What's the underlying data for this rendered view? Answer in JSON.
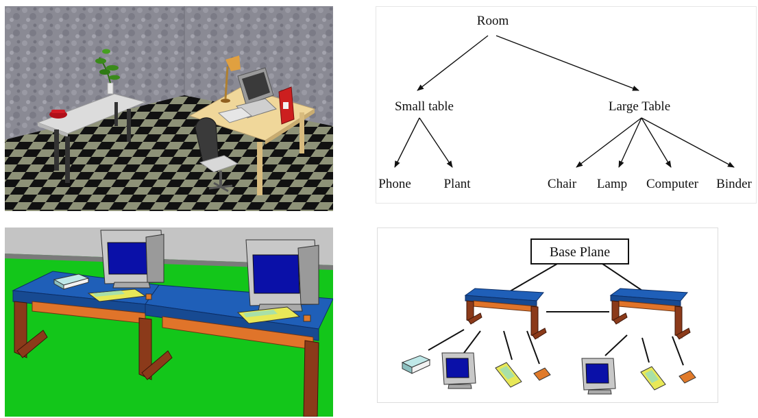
{
  "tree": {
    "root": "Room",
    "children": [
      {
        "label": "Small table",
        "children": [
          "Phone",
          "Plant"
        ]
      },
      {
        "label": "Large Table",
        "children": [
          "Chair",
          "Lamp",
          "Computer",
          "Binder"
        ]
      }
    ]
  },
  "scene_tree": {
    "root": "Base Plane"
  },
  "colors": {
    "table_top": "#1f5fb8",
    "table_leg": "#8b3a1a",
    "floor_green": "#13c61a",
    "screen_blue": "#0a10a8"
  }
}
